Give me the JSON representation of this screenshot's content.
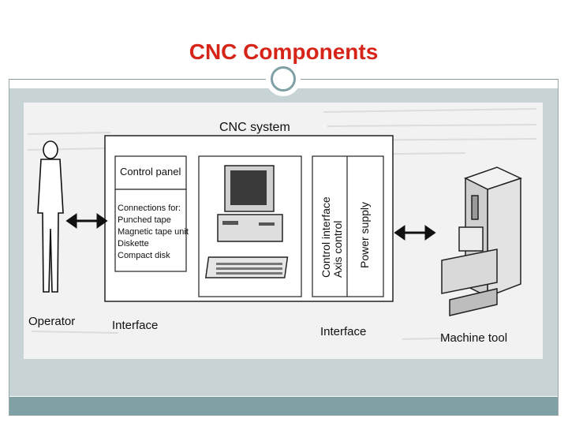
{
  "slide": {
    "title": "CNC Components"
  },
  "diagram": {
    "system_label": "CNC system",
    "control_panel": "Control panel",
    "connections_lines": [
      "Connections for:",
      "Punched tape",
      "Magnetic tape unit",
      "Diskette",
      "Compact disk"
    ],
    "control_interface": "Control interface",
    "axis_control": "Axis control",
    "power_supply": "Power supply",
    "operator": "Operator",
    "interface_left": "Interface",
    "interface_right": "Interface",
    "machine_tool": "Machine tool"
  }
}
